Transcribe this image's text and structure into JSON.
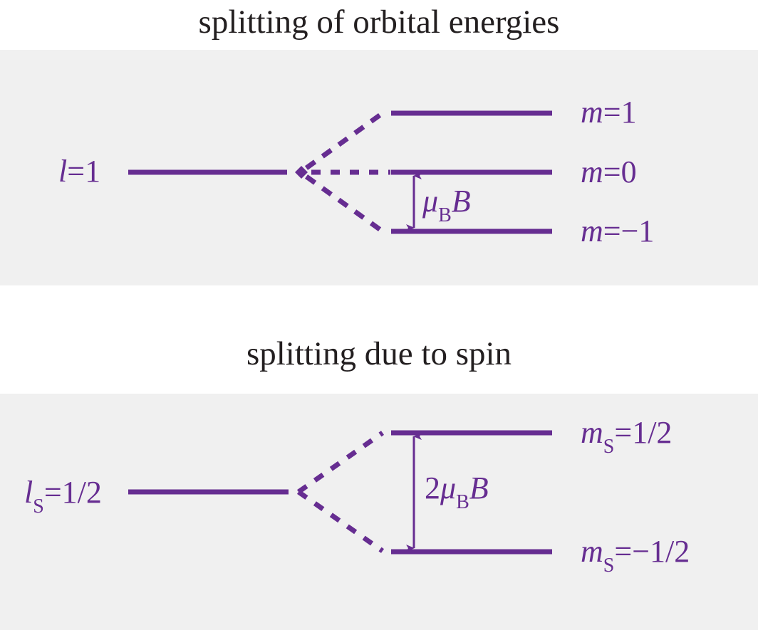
{
  "colors": {
    "accent": "#662d91",
    "panel_background": "#f0f0f0",
    "title_text": "#231f20"
  },
  "diagram_top": {
    "title": "splitting of orbital energies",
    "initial_level": {
      "symbol": "l",
      "equals": "=",
      "value": "1"
    },
    "split_levels": [
      {
        "symbol": "m",
        "equals": "=",
        "value": "1"
      },
      {
        "symbol": "m",
        "equals": "=",
        "value": "0"
      },
      {
        "symbol": "m",
        "equals": "=",
        "value": "−1"
      }
    ],
    "gap_label": {
      "prefix": "",
      "mu": "μ",
      "sub": "B",
      "field": "B"
    }
  },
  "diagram_bottom": {
    "title": "splitting due to spin",
    "initial_level": {
      "symbol": "l",
      "sub": "S",
      "equals": "=",
      "value": "1/2"
    },
    "split_levels": [
      {
        "symbol": "m",
        "sub": "S",
        "equals": "=",
        "value": "1/2"
      },
      {
        "symbol": "m",
        "sub": "S",
        "equals": "=",
        "value": "−1/2"
      }
    ],
    "gap_label": {
      "prefix": "2",
      "mu": "μ",
      "sub": "B",
      "field": "B"
    }
  }
}
